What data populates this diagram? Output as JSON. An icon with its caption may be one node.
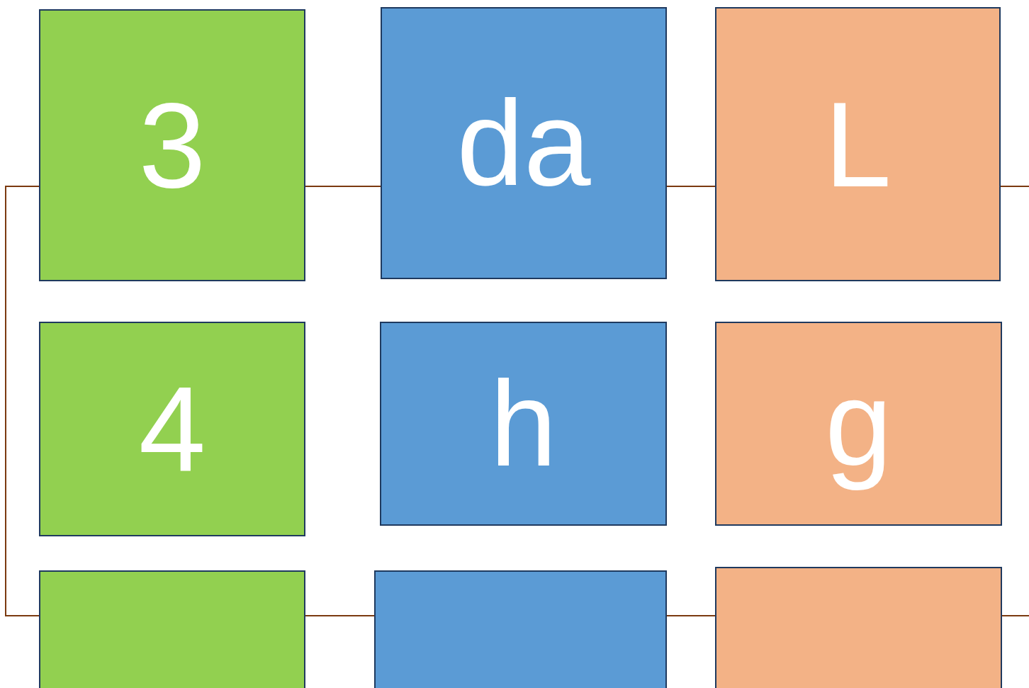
{
  "diagram": {
    "nodes": [
      {
        "text": [
          "3"
        ]
      },
      {
        "text": [
          "da"
        ]
      },
      {
        "text": [
          "L"
        ]
      },
      {
        "text": [
          "4"
        ]
      },
      {
        "text": [
          "h"
        ]
      },
      {
        "text": [
          "g"
        ]
      },
      {
        "text": [],
        "shape": "box"
      },
      {
        "text": [],
        "shape": "box"
      },
      {
        "text": [],
        "shape": "box"
      }
    ],
    "edges": [
      {
        "from": 0,
        "to": 1,
        "arrow": "none"
      },
      {
        "from": 1,
        "to": 2,
        "arrow": "none"
      },
      {
        "from": 2,
        "to": null,
        "arrow": "none"
      },
      {
        "from": 0,
        "to": 6,
        "arrow": "none"
      },
      {
        "from": 6,
        "to": 7,
        "arrow": "none"
      },
      {
        "from": 7,
        "to": 8,
        "arrow": "none"
      },
      {
        "from": 8,
        "to": null,
        "arrow": "none"
      }
    ]
  }
}
